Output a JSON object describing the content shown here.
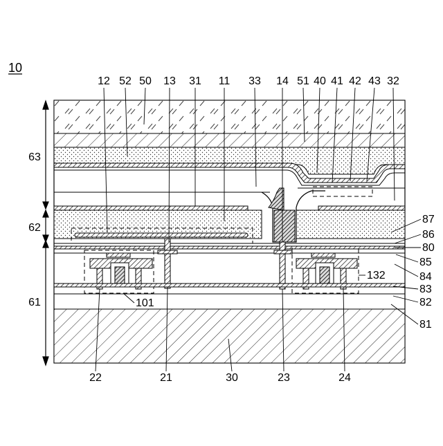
{
  "figure": {
    "label": "10"
  },
  "top_labels": [
    "12",
    "52",
    "50",
    "13",
    "31",
    "11",
    "33",
    "14",
    "51",
    "40",
    "41",
    "42",
    "43",
    "32"
  ],
  "right_labels": [
    "87",
    "86",
    "80",
    "85",
    "84",
    "83",
    "82",
    "81"
  ],
  "inline_labels": [
    "132",
    "101"
  ],
  "left_labels": [
    "63",
    "62",
    "61"
  ],
  "bottom_labels": [
    "22",
    "21",
    "30",
    "23",
    "24"
  ]
}
